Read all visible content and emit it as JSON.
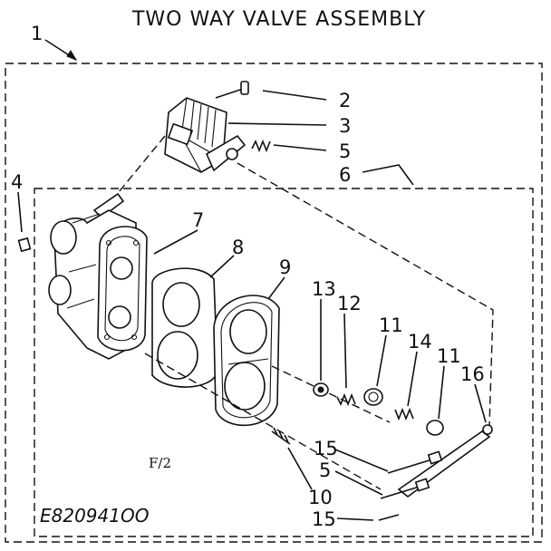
{
  "title": "TWO WAY VALVE ASSEMBLY",
  "figure_label": "F/2",
  "drawing_number": "E820941OO",
  "callouts": {
    "c1": "1",
    "c2": "2",
    "c3": "3",
    "c4": "4",
    "c5a": "5",
    "c5b": "5",
    "c6": "6",
    "c7": "7",
    "c8": "8",
    "c9": "9",
    "c10": "10",
    "c11a": "11",
    "c11b": "11",
    "c12": "12",
    "c13": "13",
    "c14": "14",
    "c15a": "15",
    "c15b": "15",
    "c16": "16"
  }
}
